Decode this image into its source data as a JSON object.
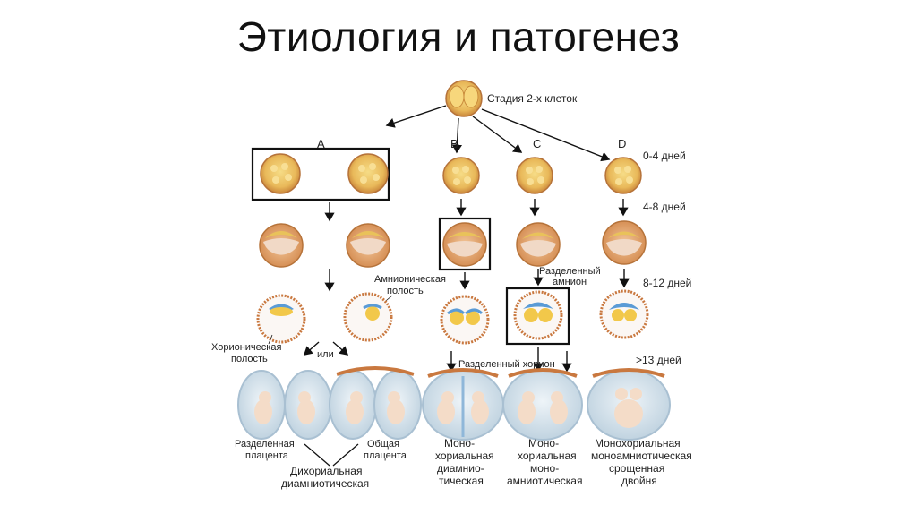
{
  "slide": {
    "title": "Этиология и патогенез"
  },
  "diagram": {
    "top_label": "Стадия 2-х клеток",
    "columns": [
      "A",
      "B",
      "C",
      "D"
    ],
    "stages": [
      "0-4 дней",
      "4-8 дней",
      "8-12 дней",
      ">13 дней"
    ],
    "labels": {
      "amniotic_cavity": [
        "Амнионическая",
        "полость"
      ],
      "split_amnion": [
        "Разделенный",
        "амнион"
      ],
      "chorionic_cavity": [
        "Хорионическая",
        "полость"
      ],
      "or": "или",
      "split_chorion": "Разделенный хорион"
    },
    "outcomes": {
      "split_placenta": [
        "Разделенная",
        "плацента"
      ],
      "common_placenta": [
        "Общая",
        "плацента"
      ],
      "dichorionic": [
        "Дихориальная",
        "диамниотическая"
      ],
      "mono_di": [
        "Моно-",
        "хориальная",
        "диамнио-",
        "тическая"
      ],
      "mono_mono": [
        "Моно-",
        "хориальная",
        "моно-",
        "амниотическая"
      ],
      "conjoined": [
        "Монохориальная",
        "моноамниотическая",
        "срощенная",
        "двойня"
      ]
    }
  }
}
